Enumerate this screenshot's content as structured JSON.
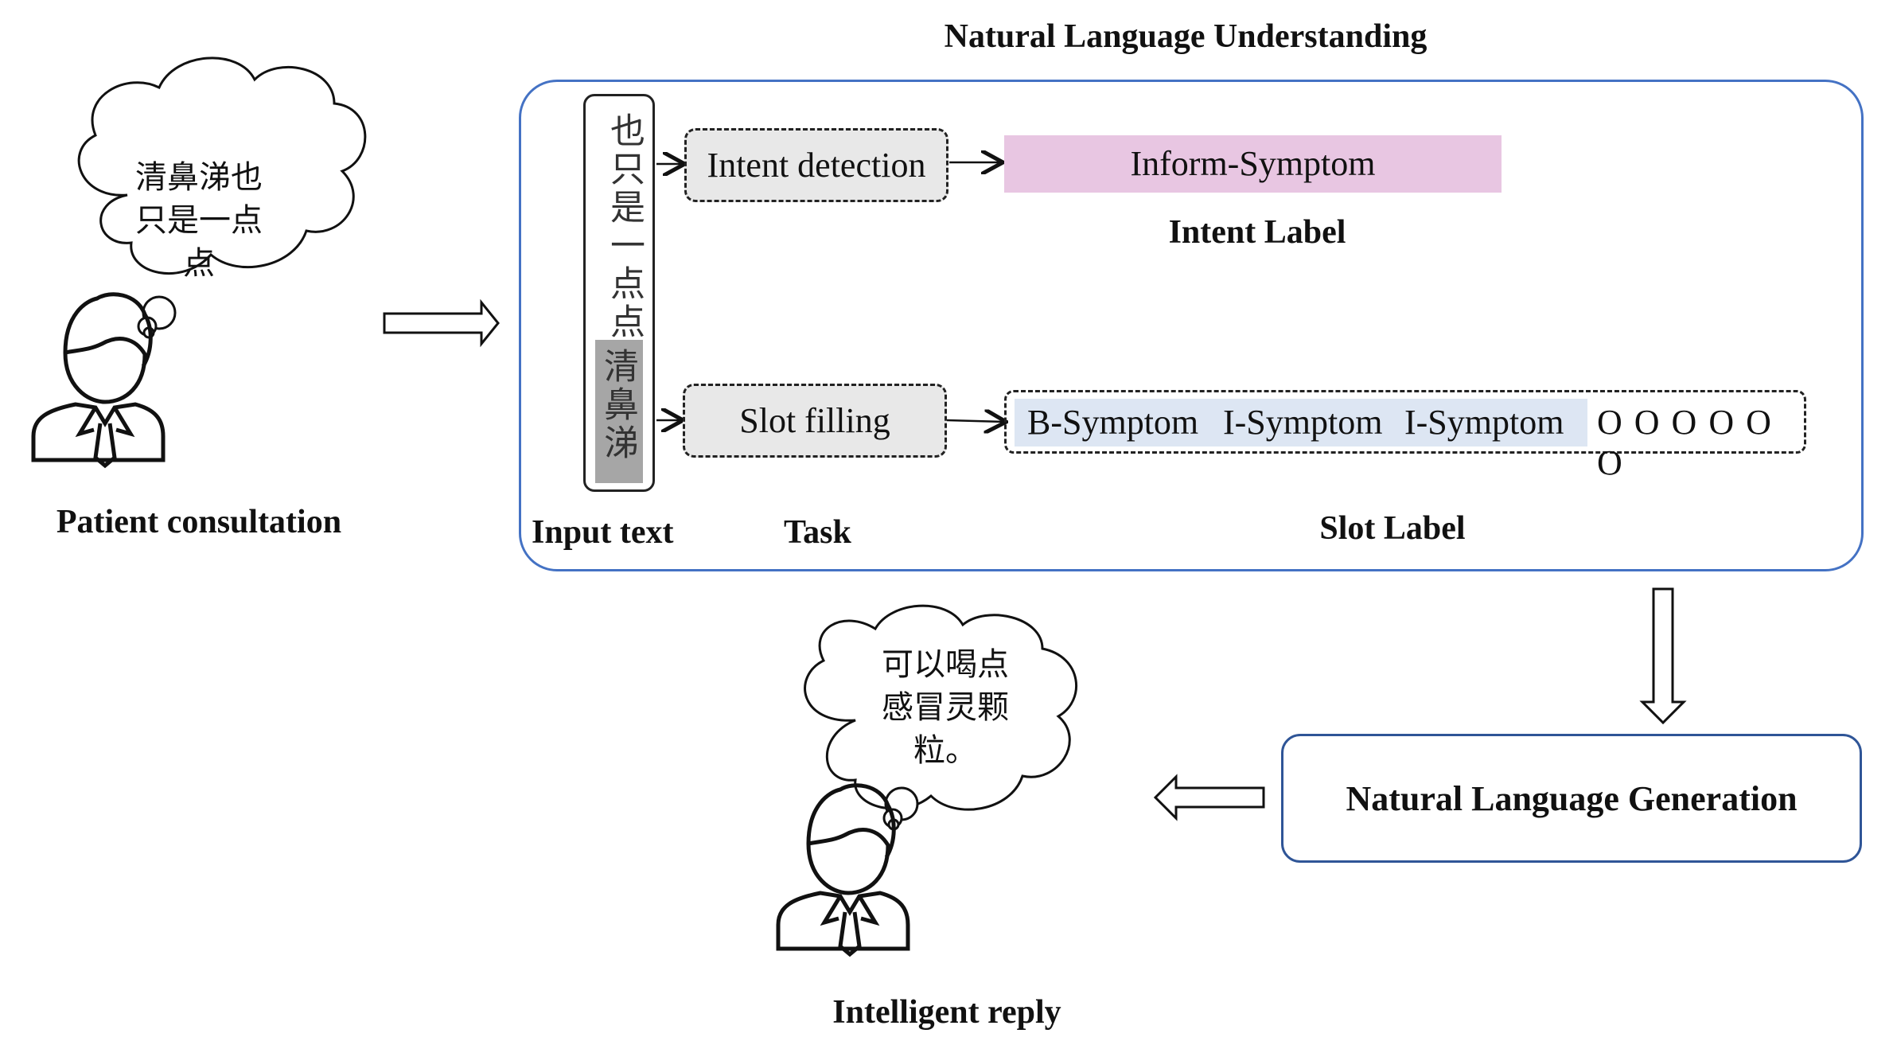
{
  "nlu": {
    "title": "Natural Language Understanding",
    "input_text_label": "Input text",
    "task_label": "Task",
    "slot_label": "Slot Label",
    "intent_label": "Intent Label",
    "input_highlight": "清鼻涕",
    "input_rest": "也只是一点点",
    "intent_task": "Intent detection",
    "slot_task": "Slot filling",
    "intent_value": "Inform-Symptom",
    "slot_tags": [
      "B-Symptom",
      "I-Symptom",
      "I-Symptom"
    ],
    "slot_o_tags": "O O O O O O",
    "colors": {
      "intent_fill": "#e8c6e2",
      "slot_fill": "#dde6f3",
      "input_highlight_fill": "#a6a6a6",
      "nlu_border": "#4472c4",
      "nlg_border": "#2f5597"
    }
  },
  "nlg": {
    "title": "Natural Language Generation"
  },
  "patient": {
    "caption": "Patient consultation",
    "thought_lines": [
      "清鼻涕也",
      "只是一点",
      "点"
    ]
  },
  "reply": {
    "caption": "Intelligent reply",
    "thought_lines": [
      "可以喝点",
      "感冒灵颗",
      "粒。"
    ]
  },
  "icons": [
    "person-icon",
    "thought-cloud-icon",
    "arrow-right-icon",
    "arrow-down-icon",
    "arrow-left-icon"
  ]
}
